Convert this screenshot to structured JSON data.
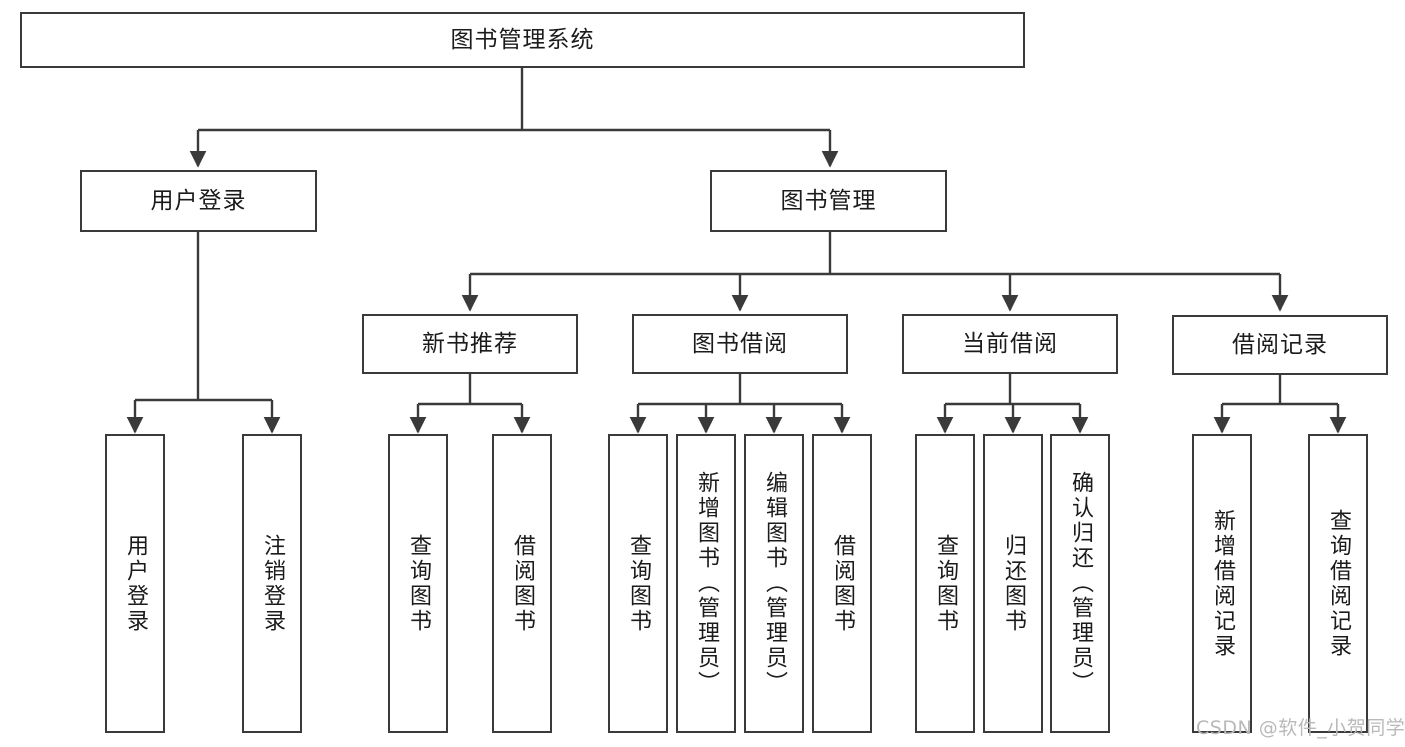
{
  "diagram": {
    "title": "图书管理系统",
    "root": {
      "label": "图书管理系统"
    },
    "level2": [
      {
        "label": "用户登录"
      },
      {
        "label": "图书管理"
      }
    ],
    "level3": [
      {
        "label": "新书推荐"
      },
      {
        "label": "图书借阅"
      },
      {
        "label": "当前借阅"
      },
      {
        "label": "借阅记录"
      }
    ],
    "leaves": {
      "user_login": [
        {
          "label": "用户登录"
        },
        {
          "label": "注销登录"
        }
      ],
      "new_book_recommend": [
        {
          "label": "查询图书"
        },
        {
          "label": "借阅图书"
        }
      ],
      "book_borrow": [
        {
          "label": "查询图书"
        },
        {
          "label": "新增图书（管理员）"
        },
        {
          "label": "编辑图书（管理员）"
        },
        {
          "label": "借阅图书"
        }
      ],
      "current_borrow": [
        {
          "label": "查询图书"
        },
        {
          "label": "归还图书"
        },
        {
          "label": "确认归还（管理员）"
        }
      ],
      "borrow_record": [
        {
          "label": "新增借阅记录"
        },
        {
          "label": "查询借阅记录"
        }
      ]
    }
  },
  "watermark": {
    "text": "CSDN @软件_小贺同学"
  },
  "colors": {
    "border": "#3a3a3a",
    "text": "#1b1b1b",
    "background": "#ffffff",
    "watermark": "#b9b9b9"
  }
}
